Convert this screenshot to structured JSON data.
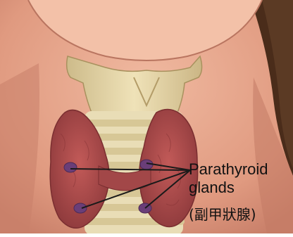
{
  "label": {
    "line1": "Parathyroid",
    "line2": "glands",
    "chinese": "(副甲狀腺)"
  },
  "colors": {
    "skin": "#e8a48c",
    "skin_shadow": "#c97e68",
    "hair": "#4a2c1a",
    "cartilage": "#e6d6a8",
    "thyroid": "#b04a4a",
    "parathyroid": "#6a3e78",
    "pointer_lines": "#1a1a1a"
  }
}
